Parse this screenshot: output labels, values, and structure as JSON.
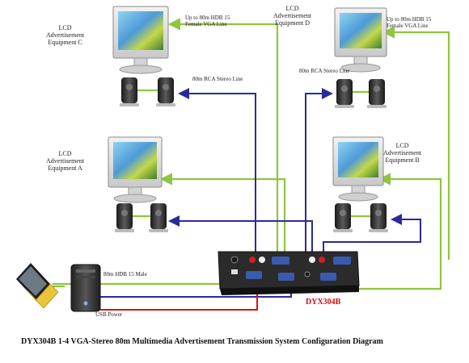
{
  "labels": {
    "lcd_c": "LCD\nAdvertisement\nEquipment C",
    "lcd_d": "LCD\nAdvertisement\nEquipment D",
    "lcd_a": "LCD\nAdvertisement\nEquipment A",
    "lcd_b": "LCD\nAdvertisement\nEquipment B",
    "vga_line_c": "Up to 80m HDB 15\nFemale VGA Line",
    "vga_line_d": "Up to 80m HDB 15\nFemale VGA Line",
    "rca_left": "80m RCA Stereo Line",
    "rca_right": "80m RCA Stereo Line",
    "hdb_male": "80m HDB 15 Male",
    "usb_power": "USB Power",
    "device_name": "DYX304B"
  },
  "caption": "DYX304B   1-4 VGA-Stereo 80m Multimedia Advertisement Transmission System Configuration Diagram",
  "colors": {
    "vga_wire": "#8dc63f",
    "audio_wire": "#2a2a9c",
    "power_wire": "#dd1111",
    "device_red_label": "#cc1111"
  }
}
